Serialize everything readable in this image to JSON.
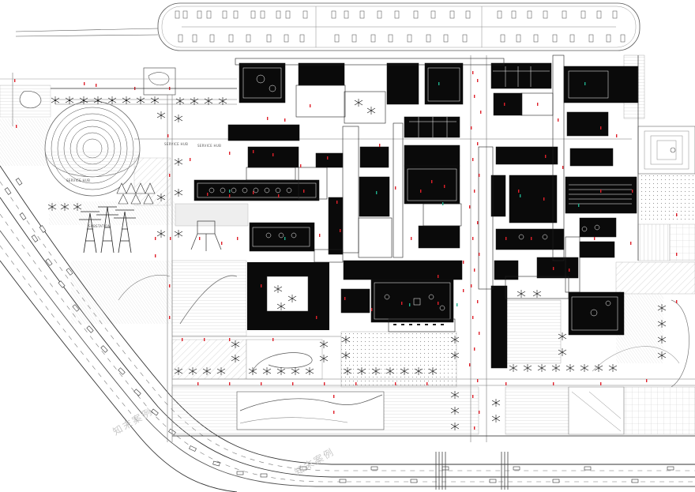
{
  "plan": {
    "labels": {
      "service_a": "SERVICE HUB",
      "service_b": "SERVICE HUB",
      "service_c": "SERVICE HUB",
      "station": "SUBSTATION"
    },
    "watermarks": {
      "left": "知末案例",
      "bottom": "知末案例"
    },
    "colors": {
      "ink": "#111111",
      "building_fill": "#0a0a0a",
      "figure_red": "#e0202a",
      "figure_teal": "#1fae8c",
      "hatch": "#b8b8b8"
    }
  }
}
